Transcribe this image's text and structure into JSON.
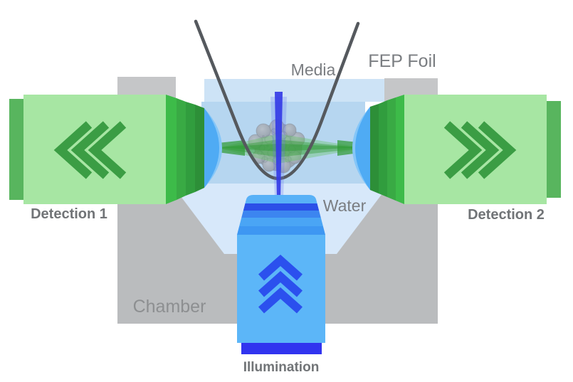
{
  "labels": {
    "media": "Media",
    "fep_foil": "FEP Foil",
    "water": "Water",
    "chamber": "Chamber",
    "detection_1": "Detection 1",
    "detection_2": "Detection 2",
    "illumination": "Illumination"
  },
  "colors": {
    "chamber-gray": "#babcbe",
    "chamber-tab-gray": "#c5c6c8",
    "water-surface": "#cde3f6",
    "water-band": "#b6d6f0",
    "water-bath": "#d7e8fa",
    "foil-line": "#55595e",
    "green-body": "#a7e6a3",
    "green-cap": "#58b55e",
    "green-chevron": "#3b9d44",
    "green-band-1": "#3dbb49",
    "green-band-2": "#39aa44",
    "green-band-3": "#319d3e",
    "green-band-4": "#2d8f38",
    "lens-blue": "#4fabf4",
    "lens-rim": "#85c6f8",
    "sheet-green-light": "#66c267",
    "sheet-green": "#2f9a35",
    "organoid-gray-light": "#b7bdc5",
    "organoid-gray": "#9199a3",
    "organoid-line": "#7d8591",
    "beam-blue": "#343be6",
    "beam-glow": "#5f73f2",
    "illum-body": "#5cb6f8",
    "illum-cap": "#58b1f7",
    "illum-stripe-1": "#2b50e8",
    "illum-stripe-2": "#3c85f0",
    "illum-stripe-3": "#4aa5f5",
    "illum-stripe-4": "#3e97f2",
    "illum-base": "#3134ef",
    "illum-chevron": "#2b50ee",
    "label-gray": "#7a7d81",
    "label-bold-gray": "#717477",
    "chamber-label-gray": "#8d8f91"
  }
}
